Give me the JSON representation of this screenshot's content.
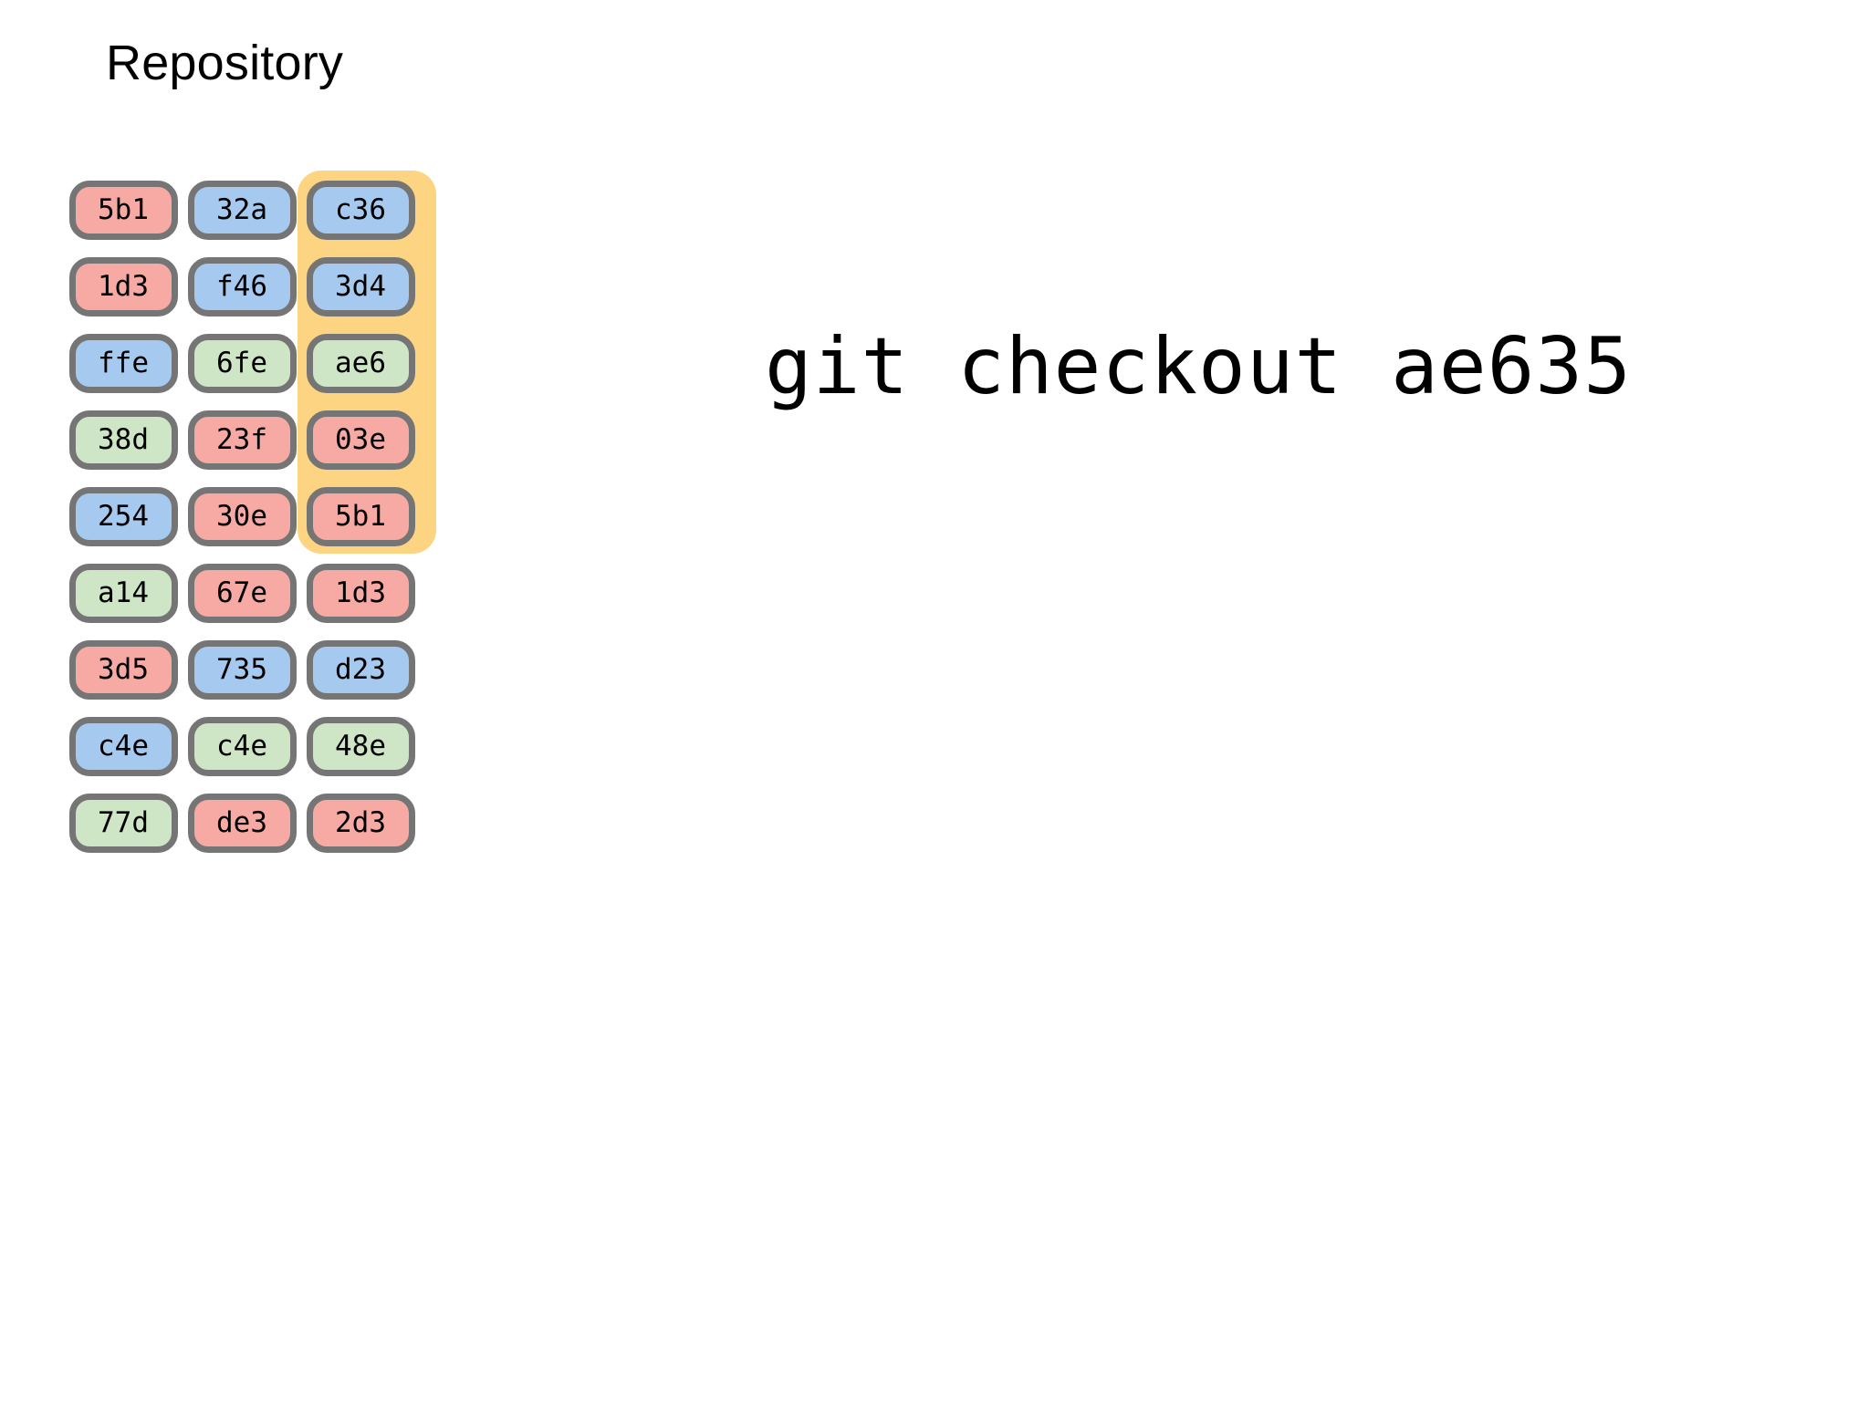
{
  "slide": {
    "background_color": "#ffffff",
    "title": "Repository"
  },
  "palette": {
    "red": "#f7aaa3",
    "blue": "#a6c9ef",
    "green": "#cfe6c6",
    "badge_border": "#757575",
    "highlight": "#fdd481",
    "text": "#000000"
  },
  "command": {
    "text": "git checkout ae635"
  },
  "highlight": {
    "target_column": 3,
    "first_row": 1,
    "last_row": 5,
    "color": "#fdd481"
  },
  "grid": {
    "columns": 3,
    "rows": 9,
    "cells": [
      [
        {
          "label": "5b1",
          "color": "red"
        },
        {
          "label": "32a",
          "color": "blue"
        },
        {
          "label": "c36",
          "color": "blue"
        }
      ],
      [
        {
          "label": "1d3",
          "color": "red"
        },
        {
          "label": "f46",
          "color": "blue"
        },
        {
          "label": "3d4",
          "color": "blue"
        }
      ],
      [
        {
          "label": "ffe",
          "color": "blue"
        },
        {
          "label": "6fe",
          "color": "green"
        },
        {
          "label": "ae6",
          "color": "green"
        }
      ],
      [
        {
          "label": "38d",
          "color": "green"
        },
        {
          "label": "23f",
          "color": "red"
        },
        {
          "label": "03e",
          "color": "red"
        }
      ],
      [
        {
          "label": "254",
          "color": "blue"
        },
        {
          "label": "30e",
          "color": "red"
        },
        {
          "label": "5b1",
          "color": "red"
        }
      ],
      [
        {
          "label": "a14",
          "color": "green"
        },
        {
          "label": "67e",
          "color": "red"
        },
        {
          "label": "1d3",
          "color": "red"
        }
      ],
      [
        {
          "label": "3d5",
          "color": "red"
        },
        {
          "label": "735",
          "color": "blue"
        },
        {
          "label": "d23",
          "color": "blue"
        }
      ],
      [
        {
          "label": "c4e",
          "color": "blue"
        },
        {
          "label": "c4e",
          "color": "green"
        },
        {
          "label": "48e",
          "color": "green"
        }
      ],
      [
        {
          "label": "77d",
          "color": "green"
        },
        {
          "label": "de3",
          "color": "red"
        },
        {
          "label": "2d3",
          "color": "red"
        }
      ]
    ]
  }
}
